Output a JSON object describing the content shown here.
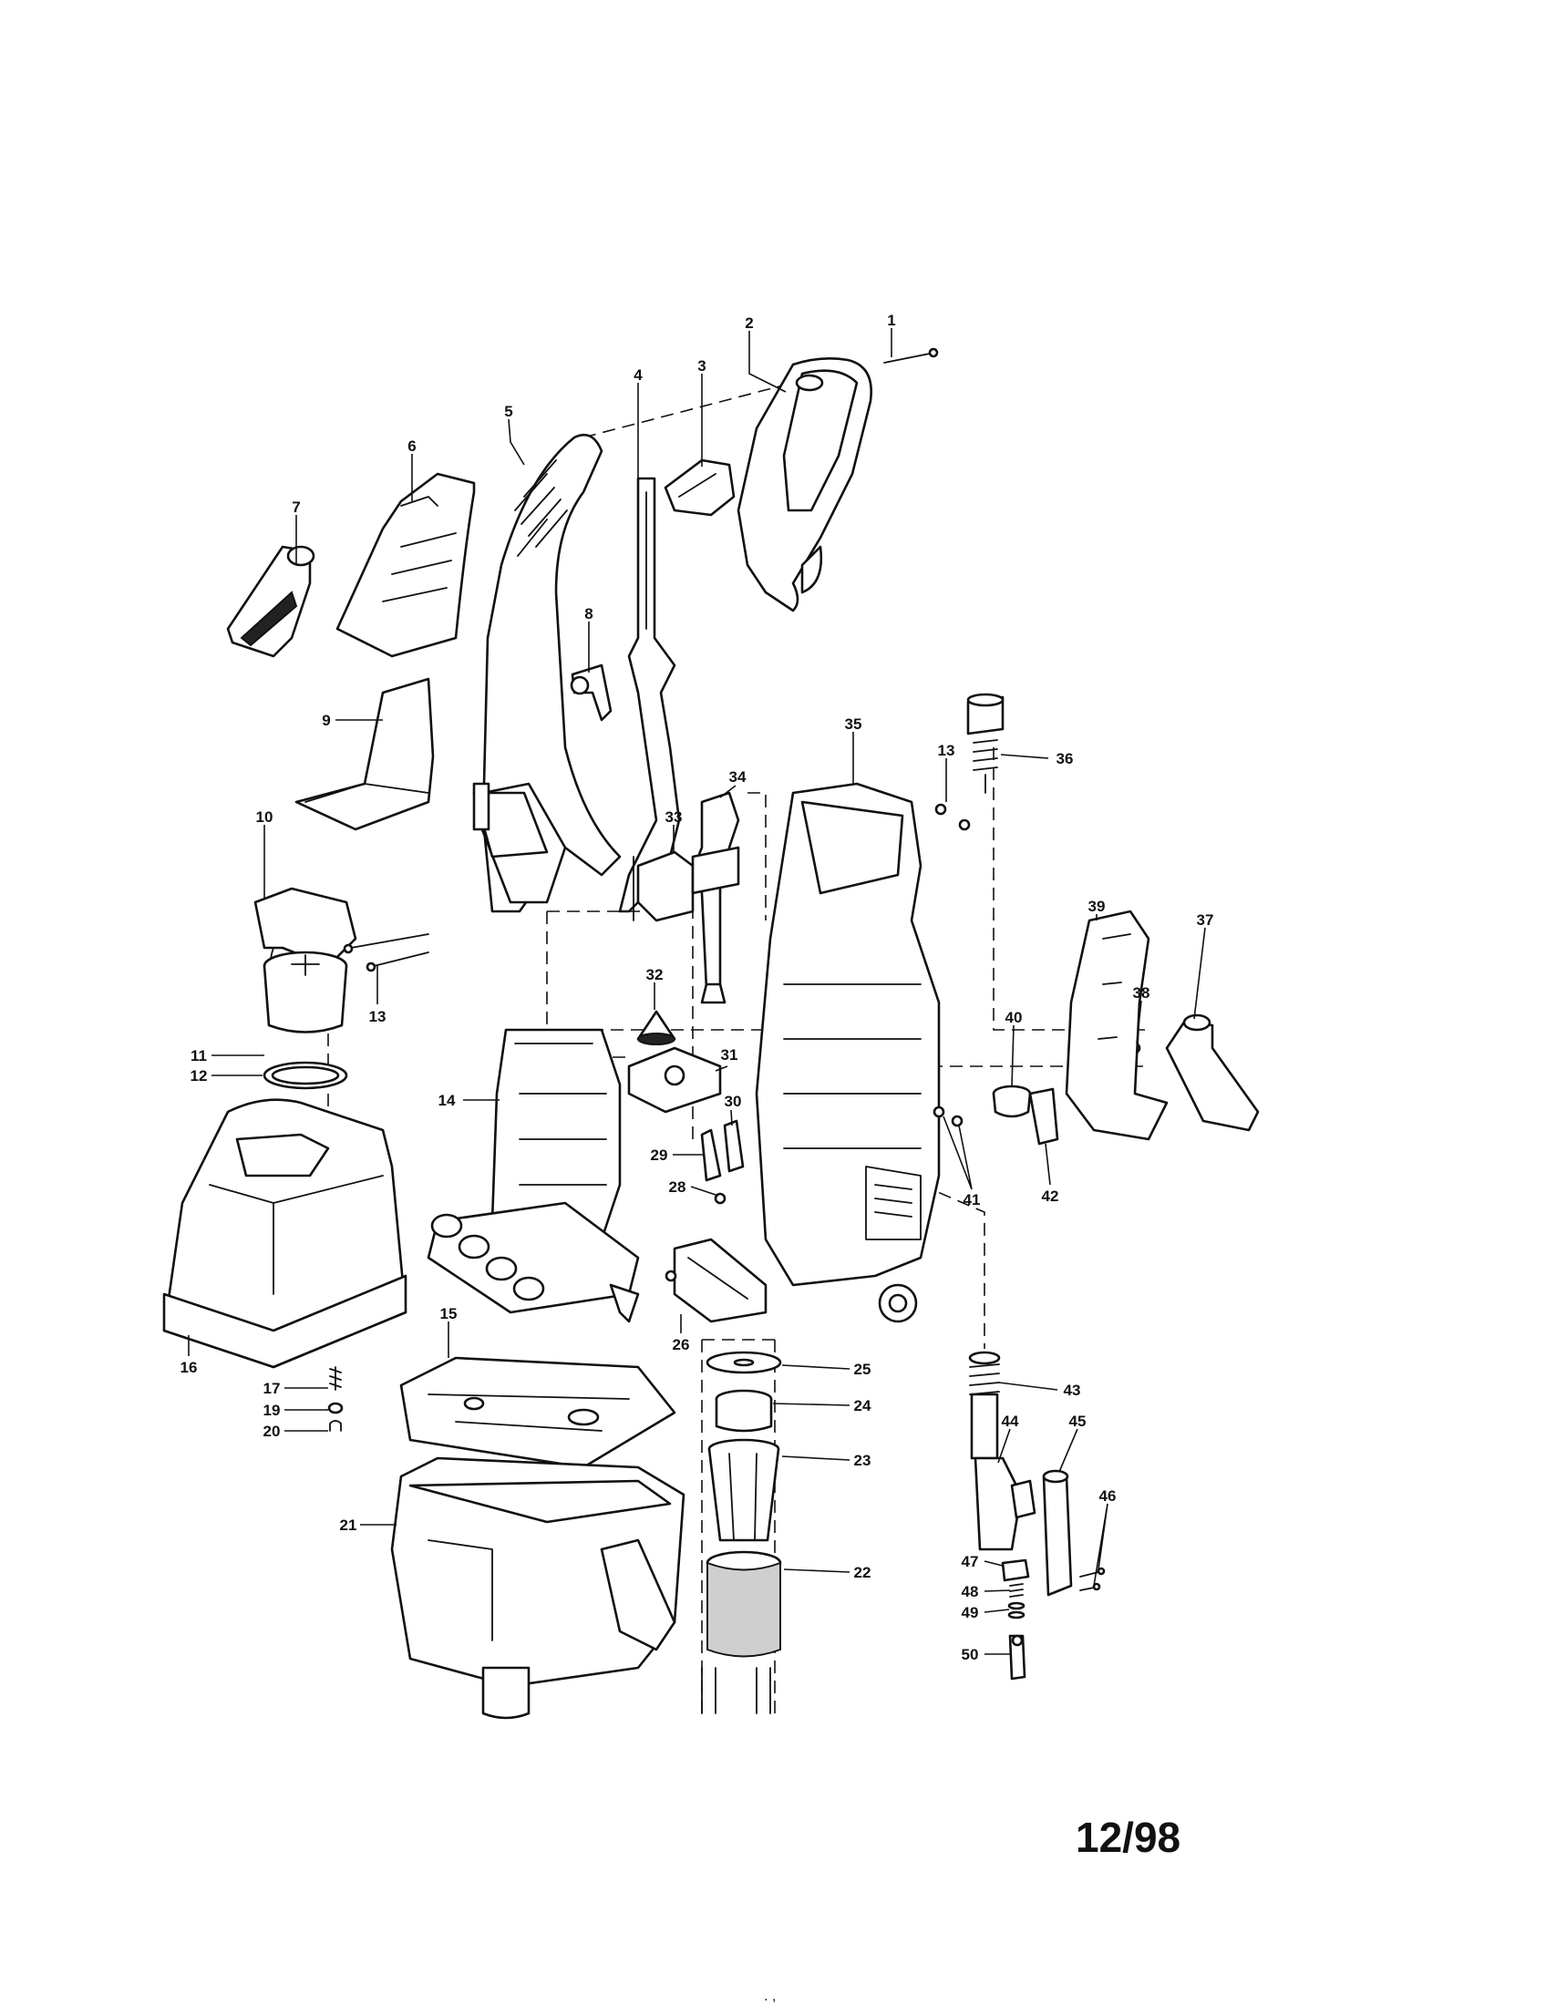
{
  "diagram": {
    "callouts": [
      "1",
      "2",
      "3",
      "4",
      "5",
      "6",
      "7",
      "8",
      "9",
      "10",
      "11",
      "12",
      "13",
      "13",
      "14",
      "15",
      "16",
      "17",
      "19",
      "20",
      "21",
      "22",
      "23",
      "24",
      "25",
      "26",
      "28",
      "29",
      "30",
      "31",
      "32",
      "33",
      "34",
      "35",
      "36",
      "37",
      "38",
      "39",
      "40",
      "41",
      "42",
      "43",
      "44",
      "45",
      "46",
      "47",
      "48",
      "49",
      "50"
    ],
    "date_code": "12/98",
    "footer_mark": ". ,"
  }
}
